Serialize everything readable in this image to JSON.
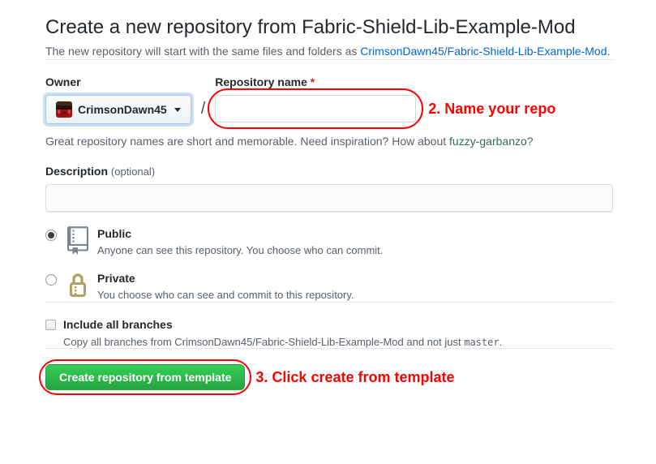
{
  "header": {
    "title": "Create a new repository from Fabric-Shield-Lib-Example-Mod",
    "subtitle_prefix": "The new repository will start with the same files and folders as ",
    "subtitle_link": "CrimsonDawn45/Fabric-Shield-Lib-Example-Mod."
  },
  "owner": {
    "label": "Owner",
    "selected": "CrimsonDawn45",
    "separator": "/",
    "avatar_icon": "pixel-avatar-icon",
    "caret_icon": "dropdown-caret-icon"
  },
  "repo_name": {
    "label": "Repository name ",
    "required_mark": "*",
    "value": "",
    "annotation": "2. Name your repo"
  },
  "hint": {
    "prefix": "Great repository names are short and memorable. Need inspiration? How about ",
    "suggestion": "fuzzy-garbanzo",
    "suffix": "?"
  },
  "description": {
    "label": "Description ",
    "optional_label": "(optional)",
    "value": ""
  },
  "visibility": {
    "public": {
      "title": "Public",
      "description": "Anyone can see this repository. You choose who can commit.",
      "selected": true,
      "icon": "repo-book-icon"
    },
    "private": {
      "title": "Private",
      "description": "You choose who can see and commit to this repository.",
      "selected": false,
      "icon": "lock-icon"
    }
  },
  "branches": {
    "label": "Include all branches",
    "checked": false,
    "description_prefix": "Copy all branches from CrimsonDawn45/Fabric-Shield-Lib-Example-Mod and not just ",
    "description_code": "master",
    "description_suffix": "."
  },
  "submit": {
    "label": "Create repository from template",
    "annotation": "3. Click create from template"
  },
  "colors": {
    "annotation_red": "#fe0000",
    "link_blue": "#0366d6",
    "suggestion_green": "#2f6e4e",
    "button_green": "#28a745",
    "lock_gold": "#b3a163",
    "book_gray": "#7d8590"
  }
}
